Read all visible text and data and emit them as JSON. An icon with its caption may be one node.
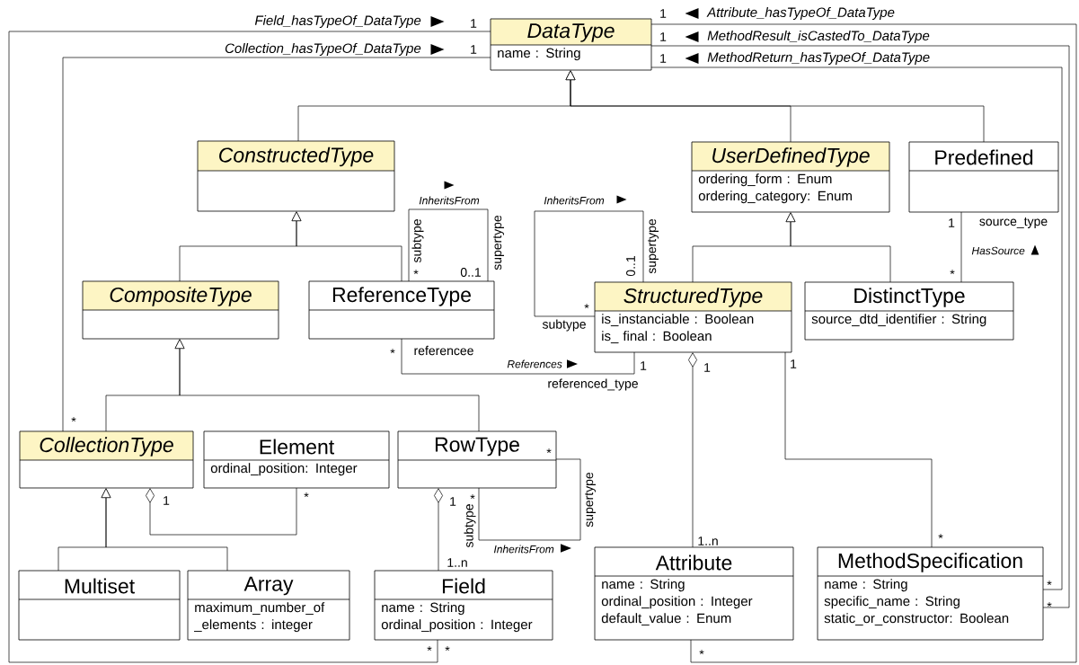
{
  "diagram": {
    "nodes": [
      {
        "text": [
          "DataType",
          "name : String"
        ]
      },
      {
        "text": [
          "ConstructedType"
        ]
      },
      {
        "text": [
          "UserDefinedType",
          "ordering_form : Enum",
          "ordering_category: Enum"
        ]
      },
      {
        "text": [
          "Predefined"
        ]
      },
      {
        "text": [
          "CompositeType"
        ]
      },
      {
        "text": [
          "ReferenceType"
        ]
      },
      {
        "text": [
          "StructuredType",
          "is_instanciable : Boolean",
          "is_ final : Boolean"
        ]
      },
      {
        "text": [
          "DistinctType",
          "source_dtd_identifier : String"
        ]
      },
      {
        "text": [
          "CollectionType"
        ]
      },
      {
        "text": [
          "Element",
          "ordinal_position: Integer"
        ]
      },
      {
        "text": [
          "RowType"
        ]
      },
      {
        "text": [
          "Multiset"
        ]
      },
      {
        "text": [
          "Array",
          "maximum_number_of _elements : integer"
        ]
      },
      {
        "text": [
          "Field",
          "name : String",
          "ordinal_position : Integer"
        ]
      },
      {
        "text": [
          "Attribute",
          "name : String",
          "ordinal_position : Integer",
          "default_value : Enum"
        ]
      },
      {
        "text": [
          "MethodSpecification",
          "name : String",
          "specific_name : String",
          "static_or_constructor: Boolean"
        ]
      }
    ],
    "edges": [
      {
        "from": 13,
        "to": 0,
        "arrow": "none",
        "label": "Field_hasTypeOf_DataType"
      },
      {
        "from": 8,
        "to": 0,
        "arrow": "none",
        "label": "Collection_hasTypeOf_DataType"
      },
      {
        "from": 14,
        "to": 0,
        "arrow": "none",
        "label": "Attribute_hasTypeOf_DataType"
      },
      {
        "from": 15,
        "to": 0,
        "arrow": "none",
        "label": "MethodResult_isCastedTo_DataType"
      },
      {
        "from": 15,
        "to": 0,
        "arrow": "none",
        "label": "MethodReturn_hasTypeOf_DataType"
      },
      {
        "from": 1,
        "to": 0,
        "arrow": "to"
      },
      {
        "from": 2,
        "to": 0,
        "arrow": "to"
      },
      {
        "from": 3,
        "to": 0,
        "arrow": "to"
      },
      {
        "from": 4,
        "to": 1,
        "arrow": "to"
      },
      {
        "from": 5,
        "to": 1,
        "arrow": "to"
      },
      {
        "from": 5,
        "to": 5,
        "arrow": "none",
        "label": "InheritsFrom"
      },
      {
        "from": 6,
        "to": 2,
        "arrow": "to"
      },
      {
        "from": 7,
        "to": 2,
        "arrow": "to"
      },
      {
        "from": 6,
        "to": 6,
        "arrow": "none",
        "label": "InheritsFrom"
      },
      {
        "from": 3,
        "to": 7,
        "arrow": "none",
        "label": "HasSource"
      },
      {
        "from": 5,
        "to": 6,
        "arrow": "none",
        "label": "References"
      },
      {
        "from": 8,
        "to": 4,
        "arrow": "to"
      },
      {
        "from": 10,
        "to": 4,
        "arrow": "to"
      },
      {
        "from": 6,
        "to": 14,
        "arrow": "other"
      },
      {
        "from": 6,
        "to": 15,
        "arrow": "none"
      },
      {
        "from": 11,
        "to": 8,
        "arrow": "to"
      },
      {
        "from": 12,
        "to": 8,
        "arrow": "to"
      },
      {
        "from": 8,
        "to": 9,
        "arrow": "other"
      },
      {
        "from": 10,
        "to": 13,
        "arrow": "other"
      },
      {
        "from": 10,
        "to": 10,
        "arrow": "none",
        "label": "InheritsFrom"
      }
    ],
    "labels": [
      "1",
      "1",
      "1",
      "1",
      "1",
      "subtype",
      "supertype",
      "supertype",
      "1",
      "source_type",
      "0..1",
      "*",
      "0..1",
      "*",
      "*",
      "subtype",
      "*",
      "referencee",
      "1",
      "1",
      "1",
      "referenced_type",
      "*",
      "*",
      "supertype",
      "*",
      "*",
      "1",
      "1",
      "subtype",
      "1..n",
      "*",
      "1..n",
      "*",
      "*",
      "*",
      "*",
      "*"
    ]
  }
}
